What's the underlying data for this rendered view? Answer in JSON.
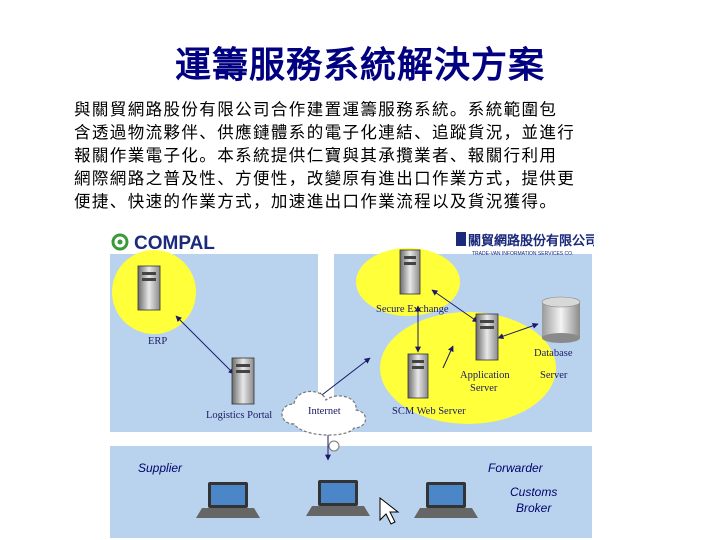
{
  "title": "運籌服務系統解決方案",
  "paragraph": [
    "與關貿網路股份有限公司合作建置運籌服務系統。系統範圍包",
    "含透過物流夥伴、供應鏈體系的電子化連結、追蹤貨況，並進行",
    "報關作業電子化。本系統提供仁寶與其承攬業者、報關行利用",
    "網際網路之普及性、方便性，改變原有進出口作業方式，提供更",
    "便捷、快速的作業方式，加速進出口作業流程以及貨況獲得。"
  ],
  "diagram": {
    "left_logo": "COMPAL",
    "right_logo": "關貿網路股份有限公司",
    "right_logo_sub": "TRADE-VAN INFORMATION SERVICES CO.",
    "labels": {
      "erp": "ERP",
      "logistics_portal": "Logistics Portal",
      "internet": "Internet",
      "secure_exchange": "Secure Exchange",
      "application_server_1": "Application",
      "application_server_2": "Server",
      "database_server_1": "Database",
      "database_server_2": "Server",
      "scm_web_server": "SCM Web Server",
      "supplier": "Supplier",
      "forwarder": "Forwarder",
      "customs_broker_1": "Customs",
      "customs_broker_2": "Broker"
    },
    "colors": {
      "panel_blue": "#b9d3ee",
      "highlight_yellow": "#ffff3a",
      "divider": "#ffffff",
      "text_navy": "#000080"
    }
  }
}
